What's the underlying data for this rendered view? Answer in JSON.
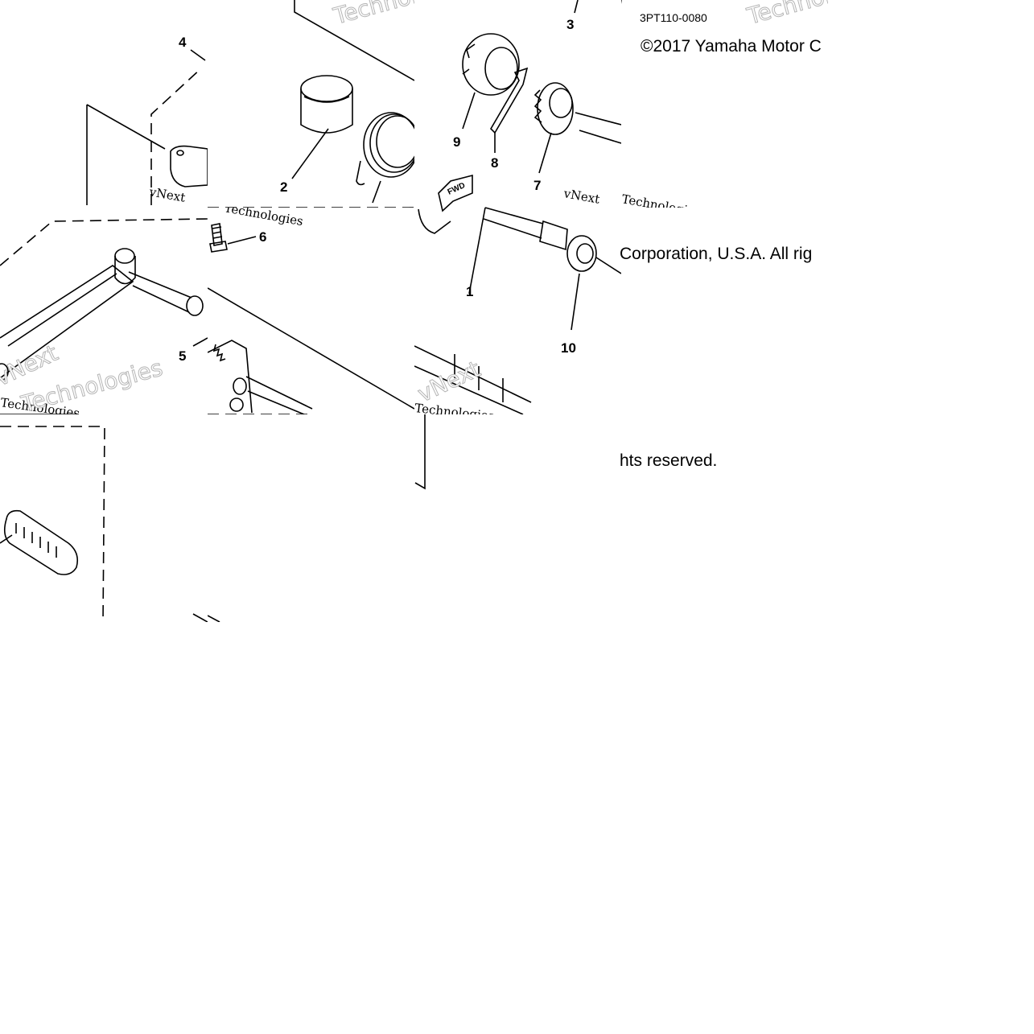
{
  "diagram": {
    "part_code": "3PT110-0080",
    "copyright_part1": "©2017 Yamaha Motor C",
    "copyright_part2": "Corporation, U.S.A. All rig",
    "copyright_part3": "hts reserved.",
    "fwd_label": "FWD",
    "watermark_lines": [
      "vNext",
      "Technologies"
    ],
    "callouts": {
      "c1": "1",
      "c2": "2",
      "c3": "3",
      "c4": "4",
      "c5": "5",
      "c6": "6",
      "c7": "7",
      "c8": "8",
      "c9": "9",
      "c10": "10"
    }
  }
}
